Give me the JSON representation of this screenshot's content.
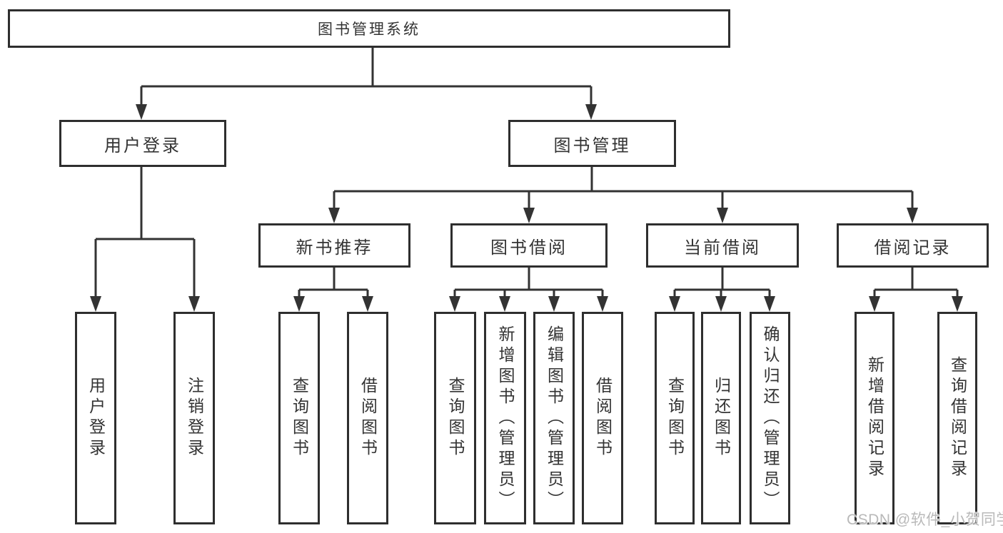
{
  "tree": {
    "root": {
      "label": "图书管理系统"
    },
    "branches": [
      {
        "label": "用户登录",
        "leaves": [
          "用户登录",
          "注销登录"
        ]
      },
      {
        "label": "图书管理",
        "children": [
          {
            "label": "新书推荐",
            "leaves": [
              "查询图书",
              "借阅图书"
            ]
          },
          {
            "label": "图书借阅",
            "leaves": [
              "查询图书",
              "新增图书（管理员）",
              "编辑图书（管理员）",
              "借阅图书"
            ]
          },
          {
            "label": "当前借阅",
            "leaves": [
              "查询图书",
              "归还图书",
              "确认归还（管理员）"
            ]
          },
          {
            "label": "借阅记录",
            "leaves": [
              "新增借阅记录",
              "查询借阅记录"
            ]
          }
        ]
      }
    ]
  },
  "watermark": "CSDN @软件_小贺同学",
  "colors": {
    "line": "#333333",
    "box_border": "#2e2e2e",
    "text": "#333333",
    "watermark": "#b9b9b9",
    "background": "#ffffff"
  }
}
